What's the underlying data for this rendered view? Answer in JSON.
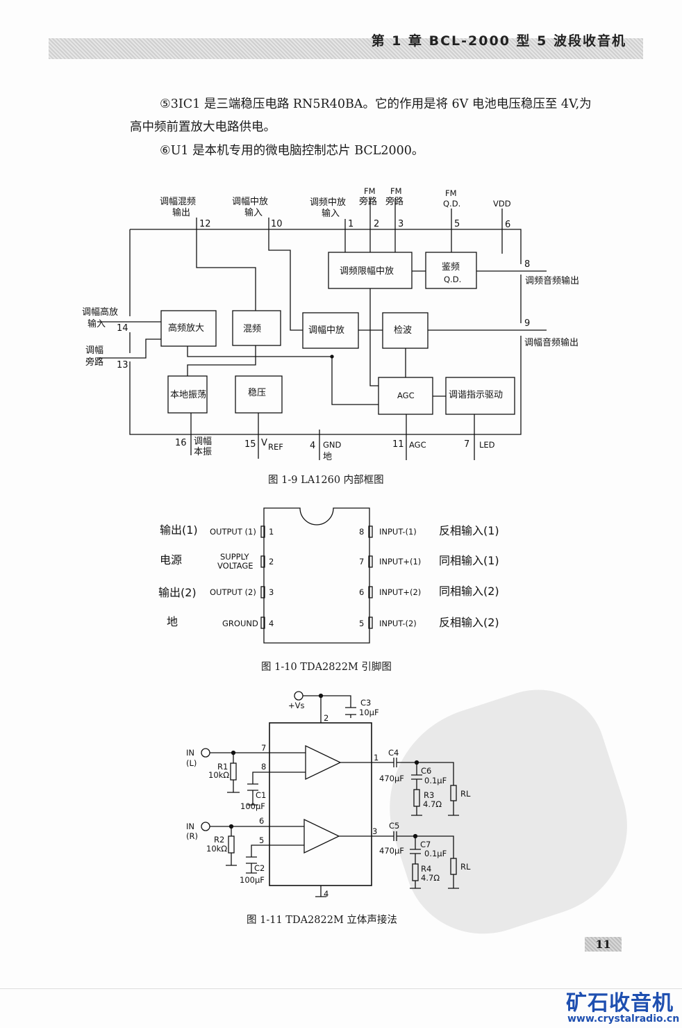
{
  "header": {
    "chapter_title": "第 1 章  BCL-2000 型 5 波段收音机"
  },
  "body": {
    "para1_line1": "⑤3IC1 是三端稳压电路 RN5R40BA。它的作用是将 6V 电池电压稳压至 4V,为",
    "para1_line2": "高中频前置放大电路供电。",
    "para2": "⑥U1 是本机专用的微电脑控制芯片 BCL2000。"
  },
  "fig9": {
    "caption": "图 1-9   LA1260 内部框图",
    "blocks": {
      "rf_amp": "高频放大",
      "mixer": "混频",
      "am_if": "调幅中放",
      "detector": "检波",
      "fm_limiter": "调频限幅中放",
      "fm_disc": "鉴频",
      "fm_disc2": "Q.D.",
      "local_osc": "本地振荡",
      "regulator": "稳压",
      "agc": "AGC",
      "tuning_driver": "调谐指示驱动"
    },
    "pins": {
      "p12_label1": "调幅混频",
      "p12_label2": "输出",
      "p12": "12",
      "p10_label1": "调幅中放",
      "p10_label2": "输入",
      "p10": "10",
      "p1_label1": "调频中放",
      "p1_label2": "输入",
      "p1": "1",
      "p2_label1": "FM",
      "p2_label2": "旁路",
      "p2": "2",
      "p3_label1": "FM",
      "p3_label2": "旁路",
      "p3": "3",
      "p5_label1": "FM",
      "p5_label2": "Q.D.",
      "p5": "5",
      "p6_label": "VDD",
      "p6": "6",
      "p8": "8",
      "p8_label": "调频音频输出",
      "p9": "9",
      "p9_label": "调幅音频输出",
      "p14_label1": "调幅高放",
      "p14_label2": "输入",
      "p14": "14",
      "p13_label1": "调幅",
      "p13_label2": "旁路",
      "p13": "13",
      "p16": "16",
      "p16_label1": "调幅",
      "p16_label2": "本振",
      "p15": "15",
      "p15_label": "V",
      "p15_sub": "REF",
      "p4": "4",
      "p4_label1": "GND",
      "p4_label2": "地",
      "p11": "11",
      "p11_label": "AGC",
      "p7": "7",
      "p7_label": "LED"
    }
  },
  "fig10": {
    "caption": "图 1-10   TDA2822M 引脚图",
    "left": [
      {
        "cn": "输出(1)",
        "en": "OUTPUT (1)",
        "num": "1"
      },
      {
        "cn": "电源",
        "en": "SUPPLY",
        "en2": "VOLTAGE",
        "num": "2"
      },
      {
        "cn": "输出(2)",
        "en": "OUTPUT (2)",
        "num": "3"
      },
      {
        "cn": "地",
        "en": "GROUND",
        "num": "4"
      }
    ],
    "right": [
      {
        "num": "8",
        "en": "INPUT-(1)",
        "cn": "反相输入(1)"
      },
      {
        "num": "7",
        "en": "INPUT+(1)",
        "cn": "同相输入(1)"
      },
      {
        "num": "6",
        "en": "INPUT+(2)",
        "cn": "同相输入(2)"
      },
      {
        "num": "5",
        "en": "INPUT-(2)",
        "cn": "反相输入(2)"
      }
    ]
  },
  "fig11": {
    "caption": "图 1-11   TDA2822M 立体声接法",
    "vs": "+Vs",
    "c3": "C3",
    "c3v": "10μF",
    "pin2": "2",
    "inl": "IN",
    "inl2": "(L)",
    "r1": "R1",
    "r1v": "10kΩ",
    "pin7": "7",
    "pin8": "8",
    "c1": "C1",
    "c1v": "100μF",
    "pin1": "1",
    "c4": "C4",
    "c4v": "470μF",
    "c6": "C6",
    "c6v": "0.1μF",
    "r3": "R3",
    "r3v": "4.7Ω",
    "rl1": "RL",
    "inr": "IN",
    "inr2": "(R)",
    "r2": "R2",
    "r2v": "10kΩ",
    "pin6": "6",
    "pin5": "5",
    "c2": "C2",
    "c2v": "100μF",
    "pin3": "3",
    "c5": "C5",
    "c5v": "470μF",
    "c7": "C7",
    "c7v": "0.1μF",
    "r4": "R4",
    "r4v": "4.7Ω",
    "rl2": "RL",
    "pin4": "4"
  },
  "footer": {
    "page_number": "11",
    "logo": "矿石收音机",
    "logo_url": "www.crystalradio.cn"
  }
}
